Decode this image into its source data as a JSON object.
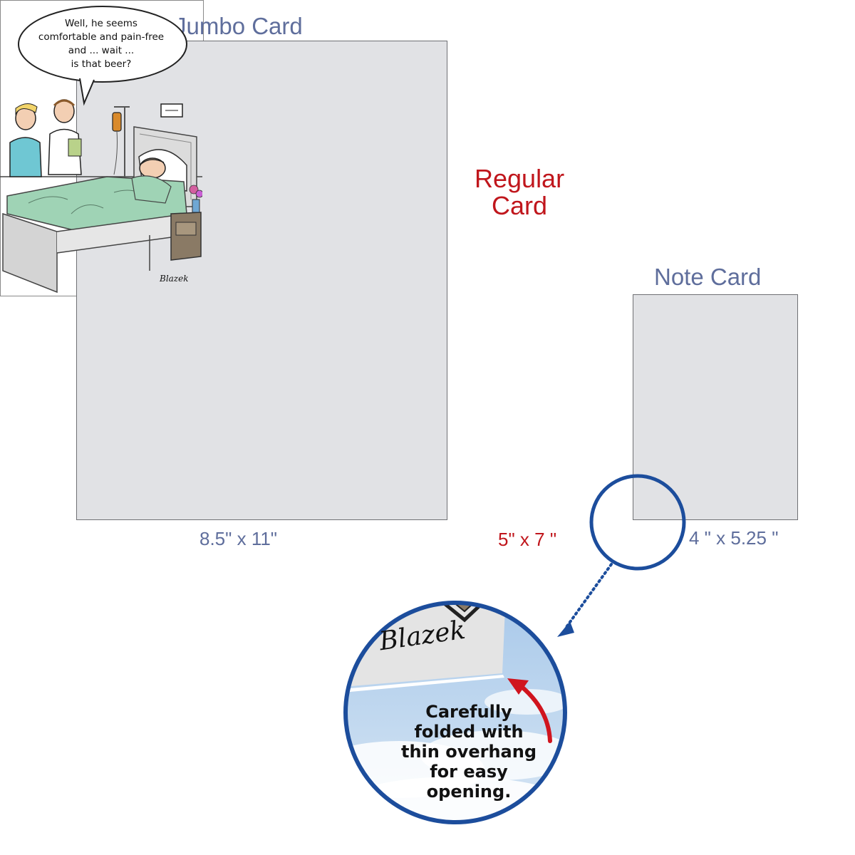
{
  "jumbo_card": {
    "title": "Jumbo Card",
    "size": "8.5\"  x 11\""
  },
  "regular_card": {
    "title_line1": "Regular",
    "title_line2": "Card",
    "size": "5\" x 7 \"",
    "speech_lines": [
      "Well, he seems",
      "comfortable and pain-free",
      "and ... wait ...",
      "is that beer?"
    ],
    "signature": "Blazek"
  },
  "note_card": {
    "title": "Note Card",
    "size": "4 \" x 5.25 \""
  },
  "callout": {
    "signature": "Blazek",
    "text_lines": [
      "Carefully",
      "folded with",
      "thin overhang",
      "for easy",
      "opening."
    ]
  },
  "colors": {
    "label_blue": "#5f6e9c",
    "label_red": "#c0161c",
    "circle_blue": "#1c4d9c",
    "card_gray": "#e1e2e5"
  }
}
